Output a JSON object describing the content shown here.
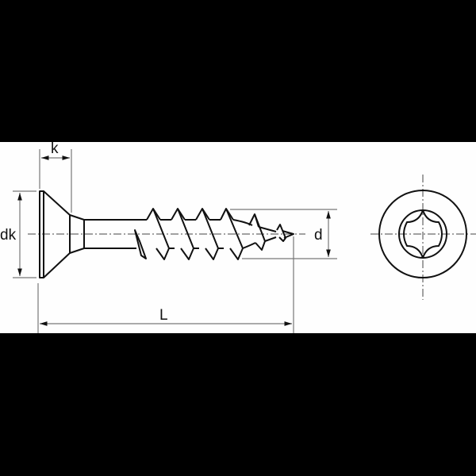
{
  "drawing": {
    "title": "Countersunk screw with hexalobular (Torx) drive — dimension drawing",
    "background_color": "#000000",
    "paper_color": "#fefefe",
    "line_color": "#111111",
    "dimension_color": "#777777"
  },
  "dimensions": {
    "k": {
      "label": "k",
      "meaning": "head height"
    },
    "dk": {
      "label": "dk",
      "meaning": "head diameter"
    },
    "d": {
      "label": "d",
      "meaning": "thread diameter"
    },
    "L": {
      "label": "L",
      "meaning": "overall length"
    }
  },
  "views": {
    "side": {
      "name": "side view",
      "parts": [
        "countersunk head",
        "shank",
        "thread",
        "pointed tip"
      ]
    },
    "end": {
      "name": "head end view",
      "drive": "hexalobular six-point recess"
    }
  }
}
